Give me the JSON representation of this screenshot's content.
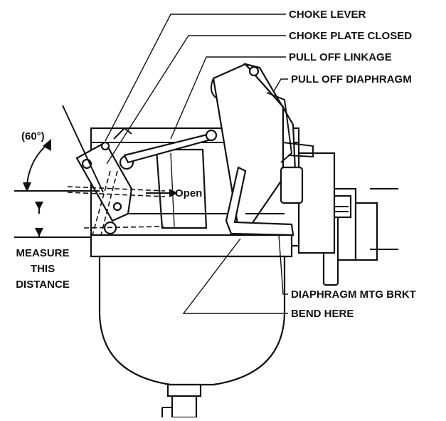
{
  "labels": {
    "choke_lever": "CHOKE LEVER",
    "choke_plate_closed": "CHOKE PLATE CLOSED",
    "pull_off_linkage": "PULL OFF LINKAGE",
    "pull_off_diaphragm": "PULL OFF DIAPHRAGM",
    "angle": "(60°)",
    "open": "Open",
    "measure_line1": "MEASURE",
    "measure_line2": "THIS",
    "measure_line3": "DISTANCE",
    "diaphragm_mtg_brkt": "DIAPHRAGM MTG BRKT",
    "bend_here": "BEND HERE"
  },
  "colors": {
    "ink": "#111111",
    "paper": "#ffffff"
  }
}
